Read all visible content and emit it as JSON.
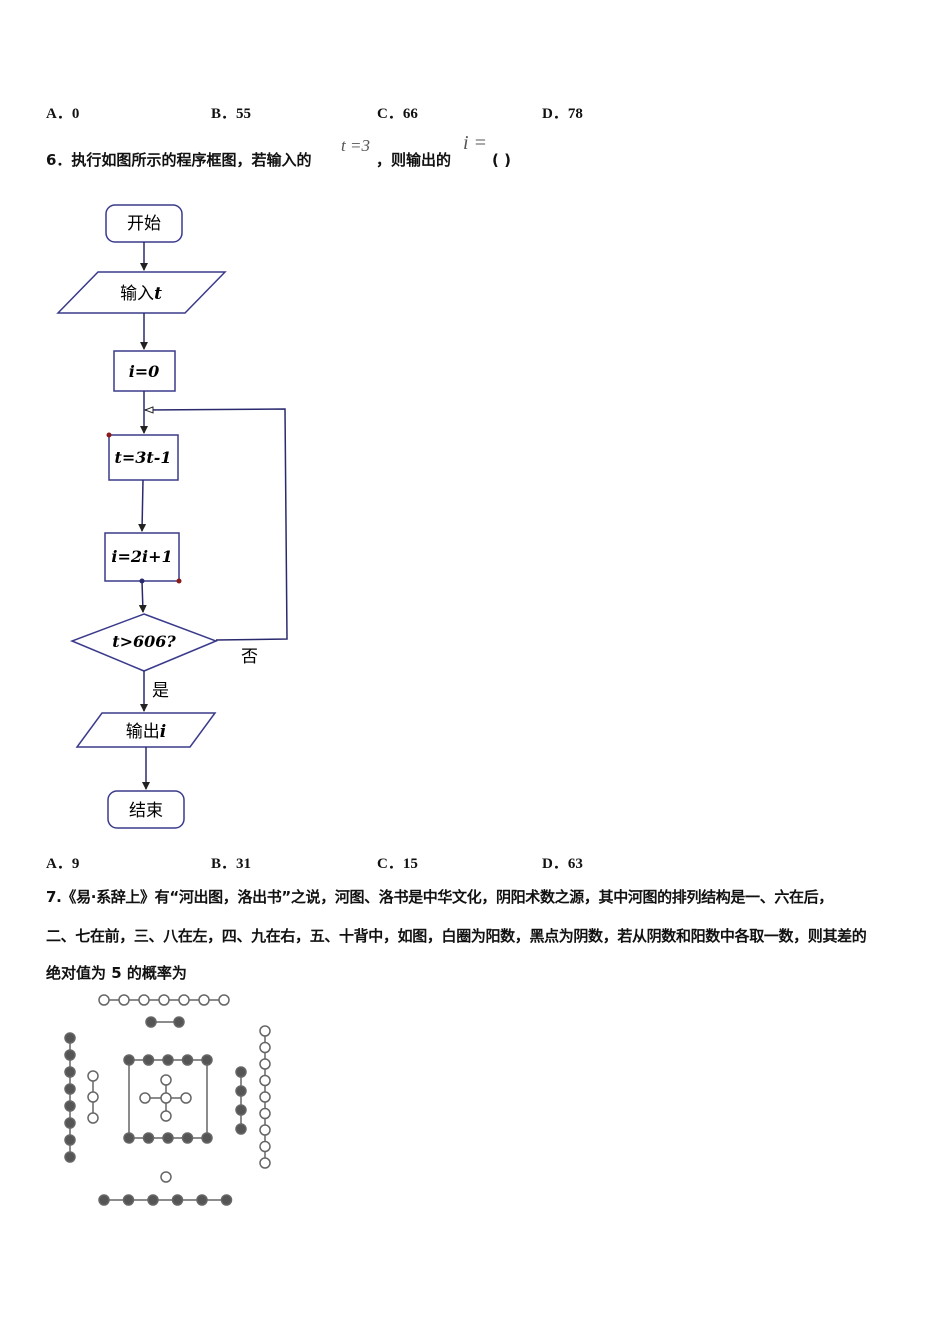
{
  "q5_options": [
    "A．0",
    "B．55",
    "C．66",
    "D．78"
  ],
  "q6": {
    "stem_before": "6．执行如图所示的程序框图，若输入的",
    "math_t": "t =3",
    "stem_middle": "，则输出的",
    "math_i": "i =",
    "paren": "(    )"
  },
  "flowchart": {
    "start": "开始",
    "input": "输入",
    "input_var": "t",
    "init": "i=0",
    "step1": "t=3t-1",
    "step2": "i=2i+1",
    "cond": "t>606?",
    "no": "否",
    "yes": "是",
    "output": "输出",
    "output_var": "i",
    "end": "结束"
  },
  "q6_options": [
    "A．9",
    "B．31",
    "C．15",
    "D．63"
  ],
  "q7": {
    "line1": "7.《易·系辞上》有“河出图，洛出书”之说，河图、洛书是中华文化，阴阳术数之源，其中河图的排列结构是一、六在后，",
    "line2": "二、七在前，三、八在左，四、九在右，五、十背中，如图，白圈为阳数，黑点为阴数，若从阴数和阳数中各取一数，则其差的",
    "line3": "绝对值为 5 的概率为"
  }
}
